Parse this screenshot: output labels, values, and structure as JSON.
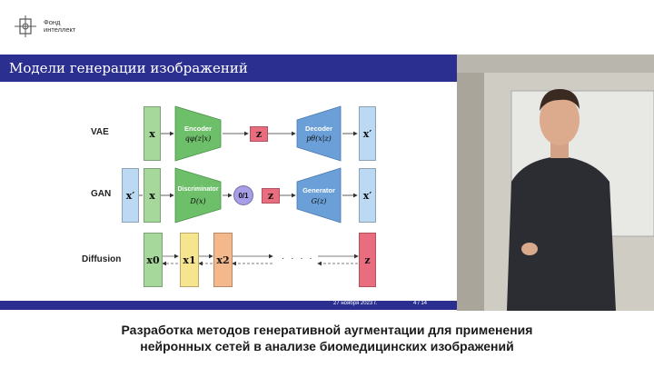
{
  "logo": {
    "line1": "Фонд",
    "line2": "интеллект"
  },
  "slide": {
    "title": "Модели генерации изображений",
    "footer_date": "27 ноября 2023 г.",
    "footer_page": "4 / 14"
  },
  "diagram": {
    "rows": {
      "vae": "VAE",
      "gan": "GAN",
      "diffusion": "Diffusion"
    },
    "vae": {
      "input": "x",
      "encoder": "Encoder",
      "encoder_formula": "qφ(z|x)",
      "latent": "z",
      "decoder": "Decoder",
      "decoder_formula": "pθ(x|z)",
      "output": "x′"
    },
    "gan": {
      "real": "x′",
      "input": "x",
      "discriminator": "Discriminator",
      "discriminator_formula": "D(x)",
      "decision": "0/1",
      "latent": "z",
      "generator": "Generator",
      "generator_formula": "G(z)",
      "output": "x′"
    },
    "diffusion": {
      "x0": "x0",
      "x1": "x1",
      "x2": "x2",
      "dots": "· · · ·",
      "z": "z"
    }
  },
  "caption": {
    "line1": "Разработка методов генеративной аугментации для применения",
    "line2": "нейронных сетей в анализе биомедицинских изображений"
  },
  "colors": {
    "slide_bar": "#2b2f8f",
    "green": "#a6d79b",
    "blue": "#bcd9f3",
    "red": "#ea6d7f",
    "yellow": "#f6e58e",
    "orange": "#f3b98d",
    "encoder": "#6dbf6a",
    "decoder": "#6b9fd8",
    "circle": "#a79ee8"
  }
}
